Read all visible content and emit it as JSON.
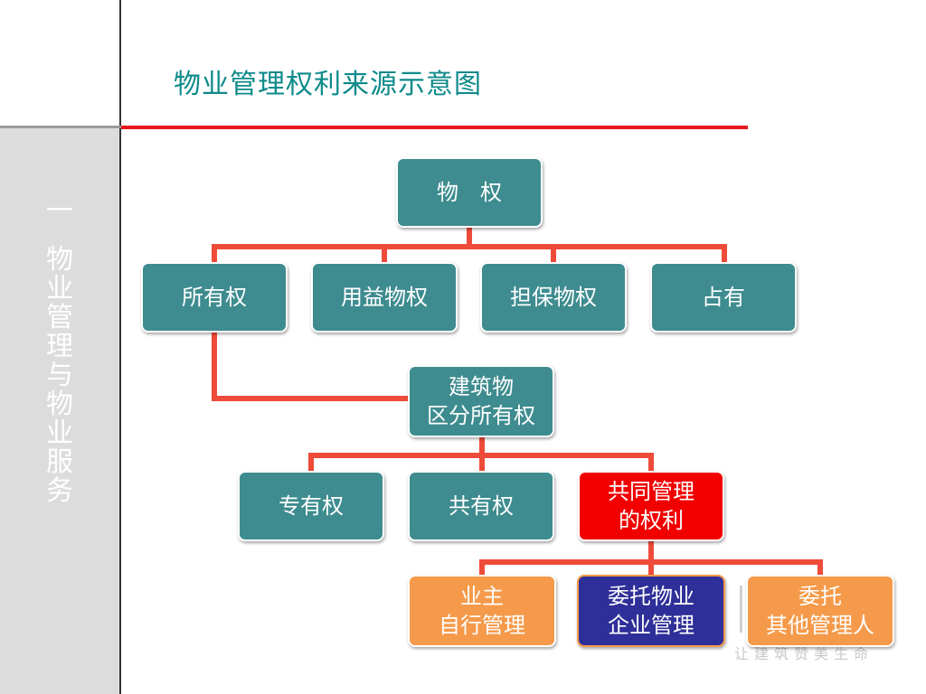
{
  "title": "物业管理权利来源示意图",
  "sidebar": {
    "chars": [
      "一",
      "物",
      "业",
      "管",
      "理",
      "与",
      "物",
      "业",
      "服",
      "务"
    ]
  },
  "nodes": {
    "wuquan": "物　权",
    "suoyouquan": "所有权",
    "yongyi": "用益物权",
    "danbao": "担保物权",
    "zhanyou": "占有",
    "qufen_line1": "建筑物",
    "qufen_line2": "区分所有权",
    "zhuanyou": "专有权",
    "gongyou": "共有权",
    "gongtong_line1": "共同管理",
    "gongtong_line2": "的权利",
    "yezhu_line1": "业主",
    "yezhu_line2": "自行管理",
    "weituo_qiye_line1": "委托物业",
    "weituo_qiye_line2": "企业管理",
    "weituo_qita_line1": "委托",
    "weituo_qita_line2": "其他管理人"
  },
  "watermark": "让建筑赞美生命",
  "colors": {
    "teal": "#3e8c8f",
    "red": "#f20000",
    "orange": "#f59a4a",
    "navy": "#2f2f99",
    "connector": "#ef4b3a",
    "title": "#0e8a8a"
  }
}
